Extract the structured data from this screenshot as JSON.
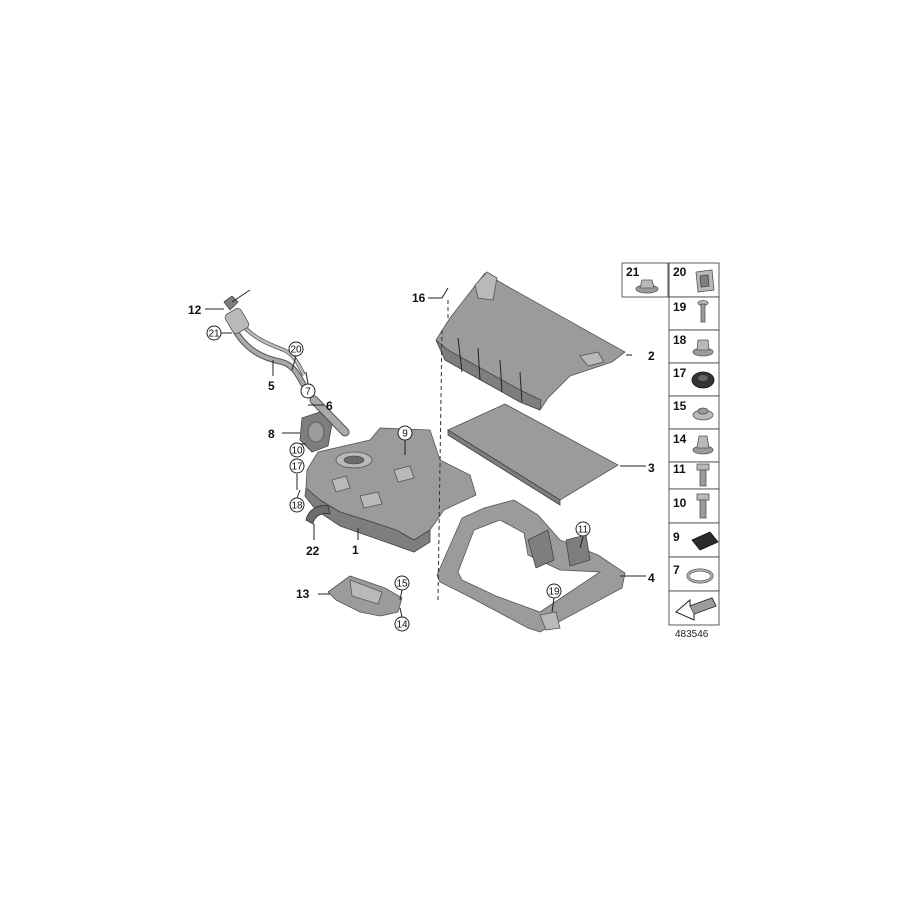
{
  "callouts": {
    "c1": "1",
    "c2": "2",
    "c3": "3",
    "c4": "4",
    "c5": "5",
    "c6": "6",
    "c7": "7",
    "c8": "8",
    "c9": "9",
    "c10": "10",
    "c11": "11",
    "c12": "12",
    "c13": "13",
    "c14": "14",
    "c15": "15",
    "c16": "16",
    "c17": "17",
    "c18": "18",
    "c19": "19",
    "c20": "20",
    "c21": "21",
    "c22": "22"
  },
  "legend": {
    "items": [
      "21",
      "20",
      "19",
      "18",
      "17",
      "15",
      "14",
      "11",
      "10",
      "9",
      "7"
    ]
  },
  "diagram_number": "483546"
}
